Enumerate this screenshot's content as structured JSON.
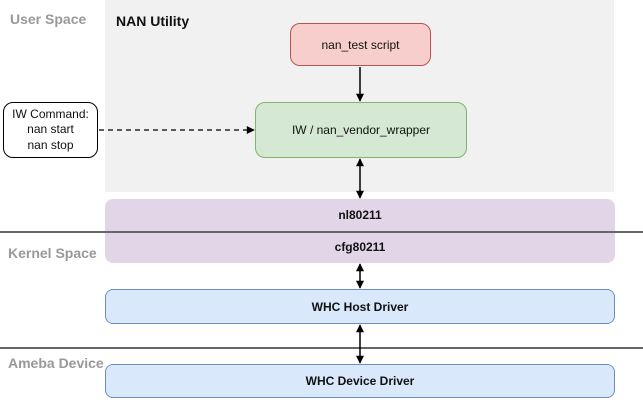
{
  "diagram": {
    "section_labels": {
      "user_space": "User Space",
      "kernel_space": "Kernel Space",
      "ameba_device": "Ameba Device"
    },
    "nan_utility": {
      "title": "NAN Utility",
      "nan_test_node": "nan_test script",
      "iw_wrapper_node": "IW / nan_vendor_wrapper"
    },
    "iw_command_callout": {
      "line1": "IW Command:",
      "line2": "nan start",
      "line3": "nan stop"
    },
    "kernel_stack": {
      "nl80211": "nl80211",
      "cfg80211": "cfg80211"
    },
    "drivers": {
      "whc_host": "WHC Host Driver",
      "whc_device": "WHC Device Driver"
    },
    "colors": {
      "panel_gray_fill": "#f1f1f1",
      "pink_fill": "#f8cecc",
      "pink_border": "#b85450",
      "green_fill": "#d5e8d4",
      "green_border": "#82b366",
      "purple_fill": "#e1d5e7",
      "blue_fill": "#dae8fc",
      "blue_border": "#6c8ebf",
      "divider_gray": "#666666",
      "section_label_gray": "#999999",
      "arrow_black": "#000000"
    }
  }
}
